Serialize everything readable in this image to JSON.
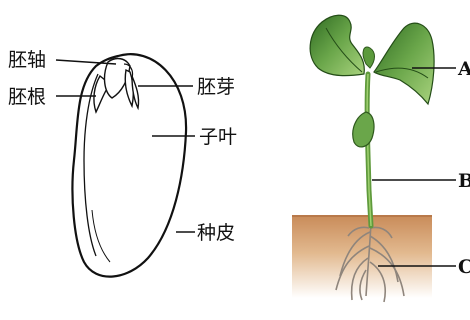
{
  "seed_labels": {
    "hypocotyl": "胚轴",
    "radicle": "胚根",
    "plumule": "胚芽",
    "cotyledon": "子叶",
    "seed_coat": "种皮"
  },
  "seedling_labels": {
    "leaf": "A",
    "stem": "B",
    "root": "C"
  },
  "colors": {
    "leaf_dark": "#3d7a2a",
    "leaf_light": "#8cc063",
    "stem": "#6fa84a",
    "soil_top": "#c98c5a",
    "soil_bottom": "#f3e3cf",
    "root": "#9a8f86"
  }
}
